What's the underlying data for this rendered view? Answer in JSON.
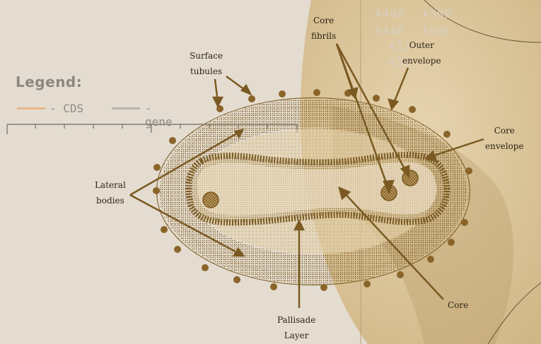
{
  "legend": {
    "title": "Legend:",
    "cds_label": "- CDS",
    "gene_label": "- gene",
    "cds_color": "#e8b88a",
    "gene_color": "#b8b4ad"
  },
  "background_map_labels": [
    "A49R",
    "A50R",
    "A44R",
    "A50L",
    "A51",
    "A52"
  ],
  "labels": {
    "surface_tubules": [
      "Surface",
      "tubules"
    ],
    "core_fibrils": [
      "Core",
      "fibrils"
    ],
    "outer_envelope": [
      "Outer",
      "envelope"
    ],
    "core_envelope": [
      "Core",
      "envelope"
    ],
    "lateral_bodies": [
      "Lateral",
      "bodies"
    ],
    "pallisade_layer": [
      "Pallisade",
      "Layer"
    ],
    "core": "Core"
  },
  "colors": {
    "diagram_brown": "#7a5a22",
    "dot_brown": "#8a6428",
    "dark_panel": "#c8ad78"
  }
}
